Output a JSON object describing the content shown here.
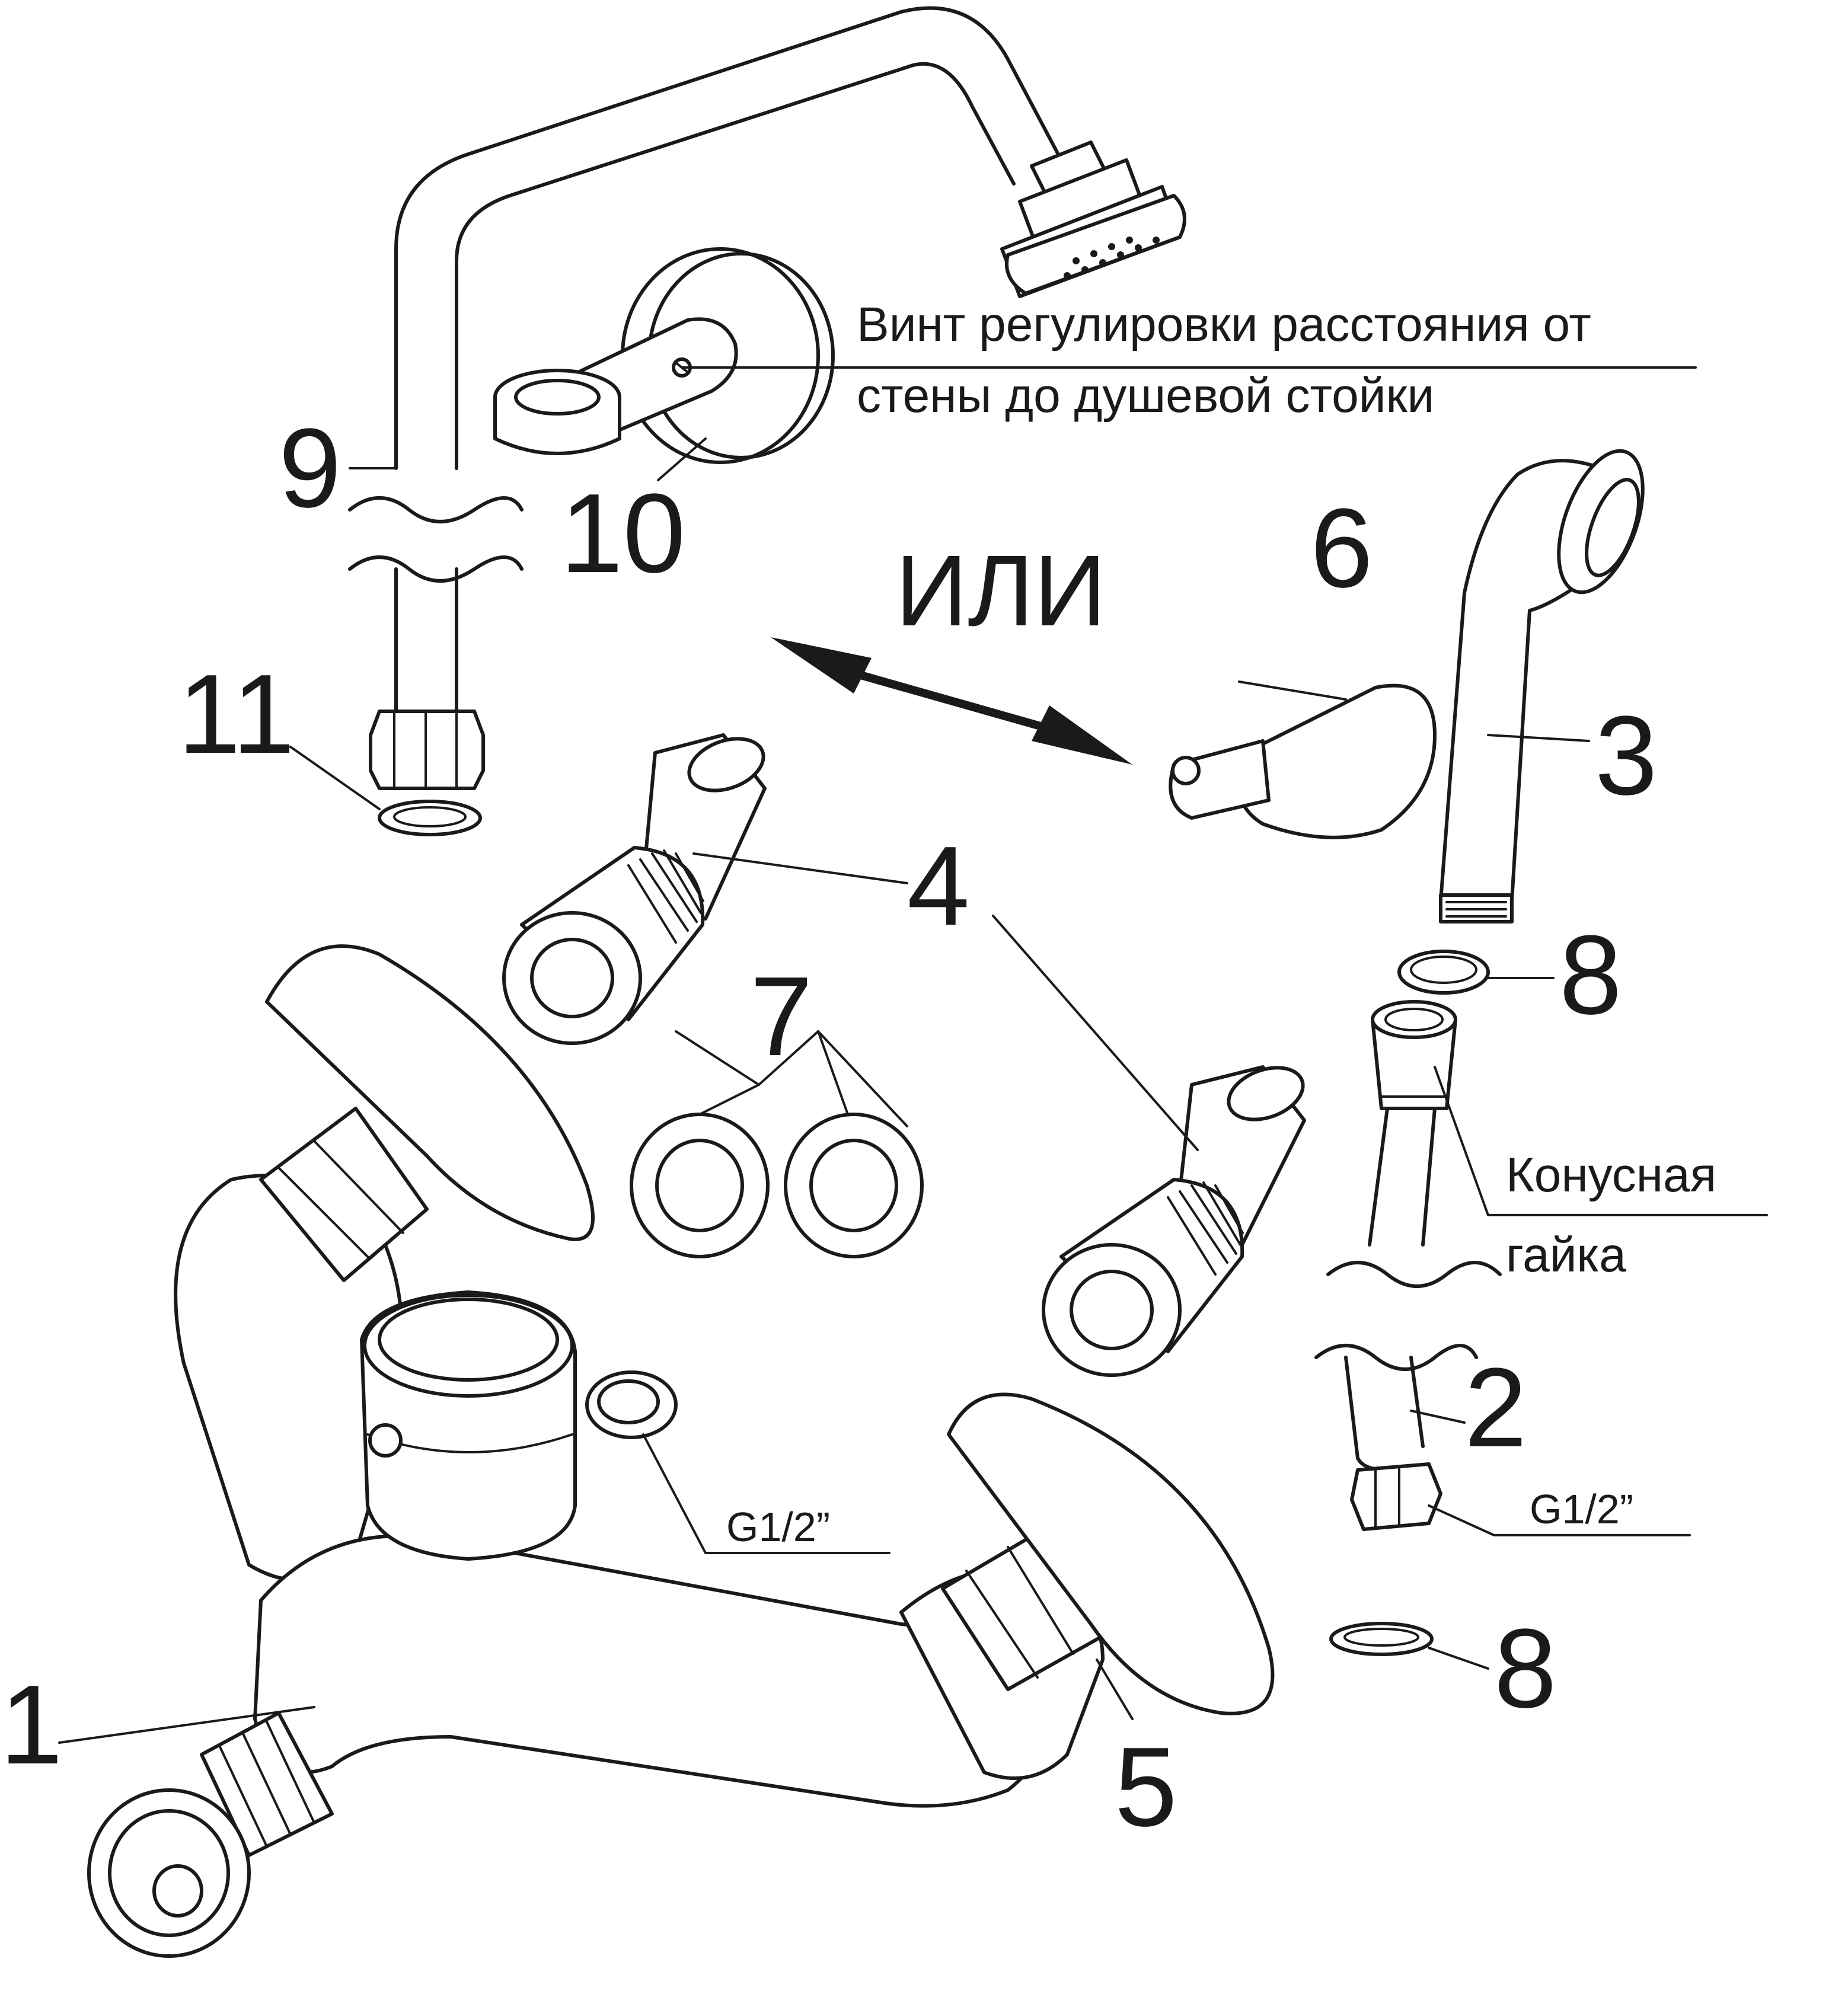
{
  "callouts": {
    "c1": "1",
    "c2": "2",
    "c3": "3",
    "c4": "4",
    "c5": "5",
    "c6": "6",
    "c7": "7",
    "c8a": "8",
    "c8b": "8",
    "c9": "9",
    "c10": "10",
    "c11": "11"
  },
  "or_label": "ИЛИ",
  "screw_note": {
    "line1": "Винт регулировки расстояния от",
    "line2": "стены до душевой стойки"
  },
  "cone_nut": {
    "line1": "Конусная",
    "line2": "гайка"
  },
  "thread_labels": {
    "mixer": "G1/2”",
    "hose": "G1/2”"
  }
}
